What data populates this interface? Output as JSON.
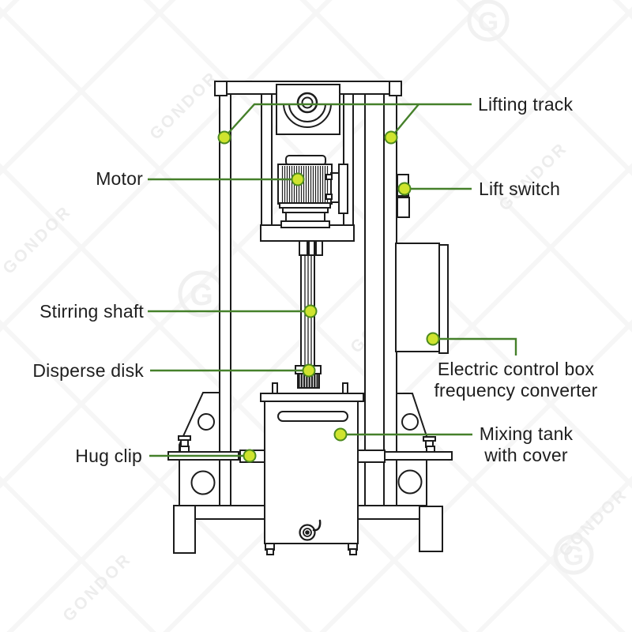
{
  "diagram": {
    "watermark": {
      "text": "GONDOR",
      "logo_letter": "G"
    },
    "colors": {
      "leader_line": "#45802a",
      "dot_fill": "#cfe42e",
      "dot_border": "#4c8a1e",
      "line_art": "#1c1c1c"
    },
    "labels": {
      "lifting_track": "Lifting track",
      "motor": "Motor",
      "lift_switch": "Lift switch",
      "stirring_shaft": "Stirring shaft",
      "disperse_disk": "Disperse disk",
      "electric_control_box": "Electric control box\nfrequency converter",
      "hug_clip": "Hug clip",
      "mixing_tank": "Mixing tank\nwith cover"
    }
  }
}
